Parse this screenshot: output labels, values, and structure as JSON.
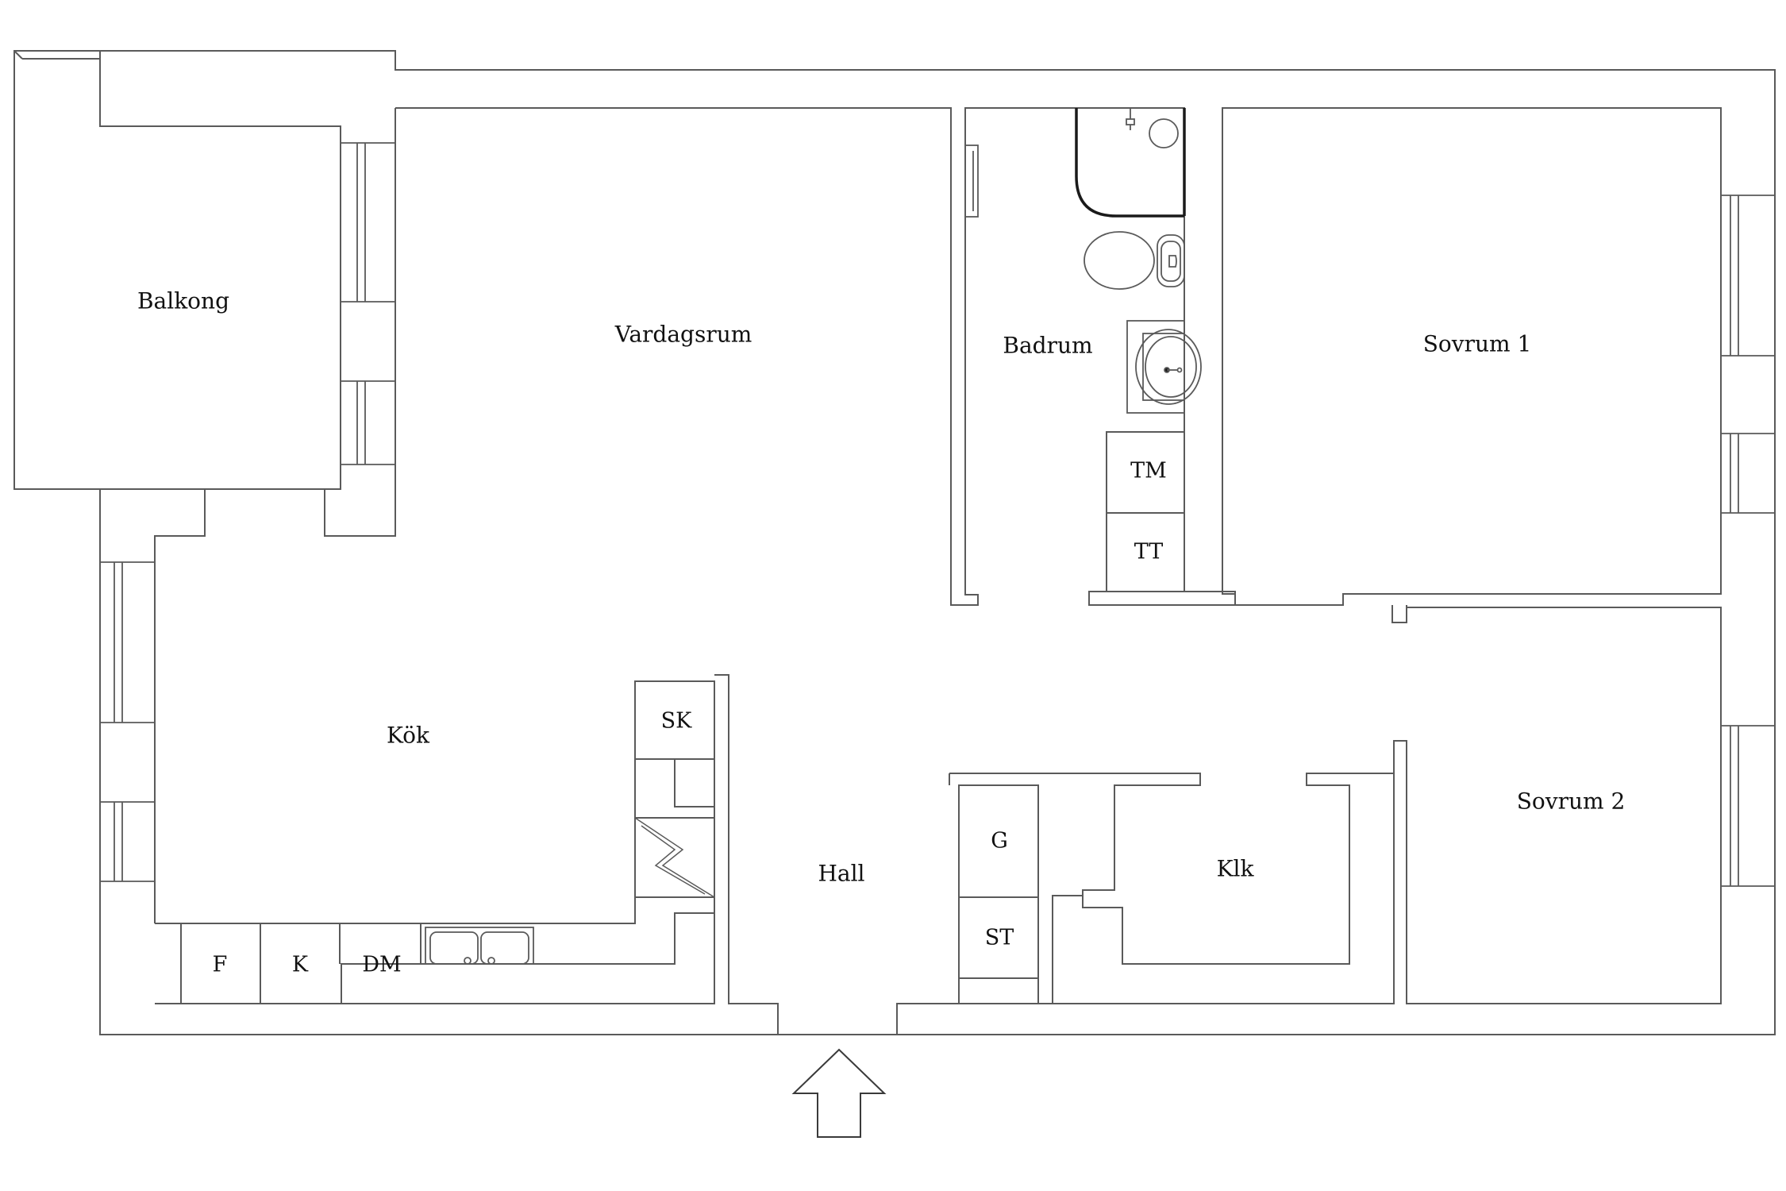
{
  "rooms": {
    "balkong": "Balkong",
    "vardagsrum": "Vardagsrum",
    "badrum": "Badrum",
    "sovrum1": "Sovrum 1",
    "kok": "Kök",
    "hall": "Hall",
    "klk": "Klk",
    "sovrum2": "Sovrum 2"
  },
  "fixtures": {
    "tm": "TM",
    "tt": "TT",
    "sk": "SK",
    "g": "G",
    "st": "ST",
    "f": "F",
    "k": "K",
    "dm": "DM"
  },
  "colors": {
    "wall": "#5a5a5a",
    "shower": "#1a1a1a",
    "background": "#ffffff"
  }
}
